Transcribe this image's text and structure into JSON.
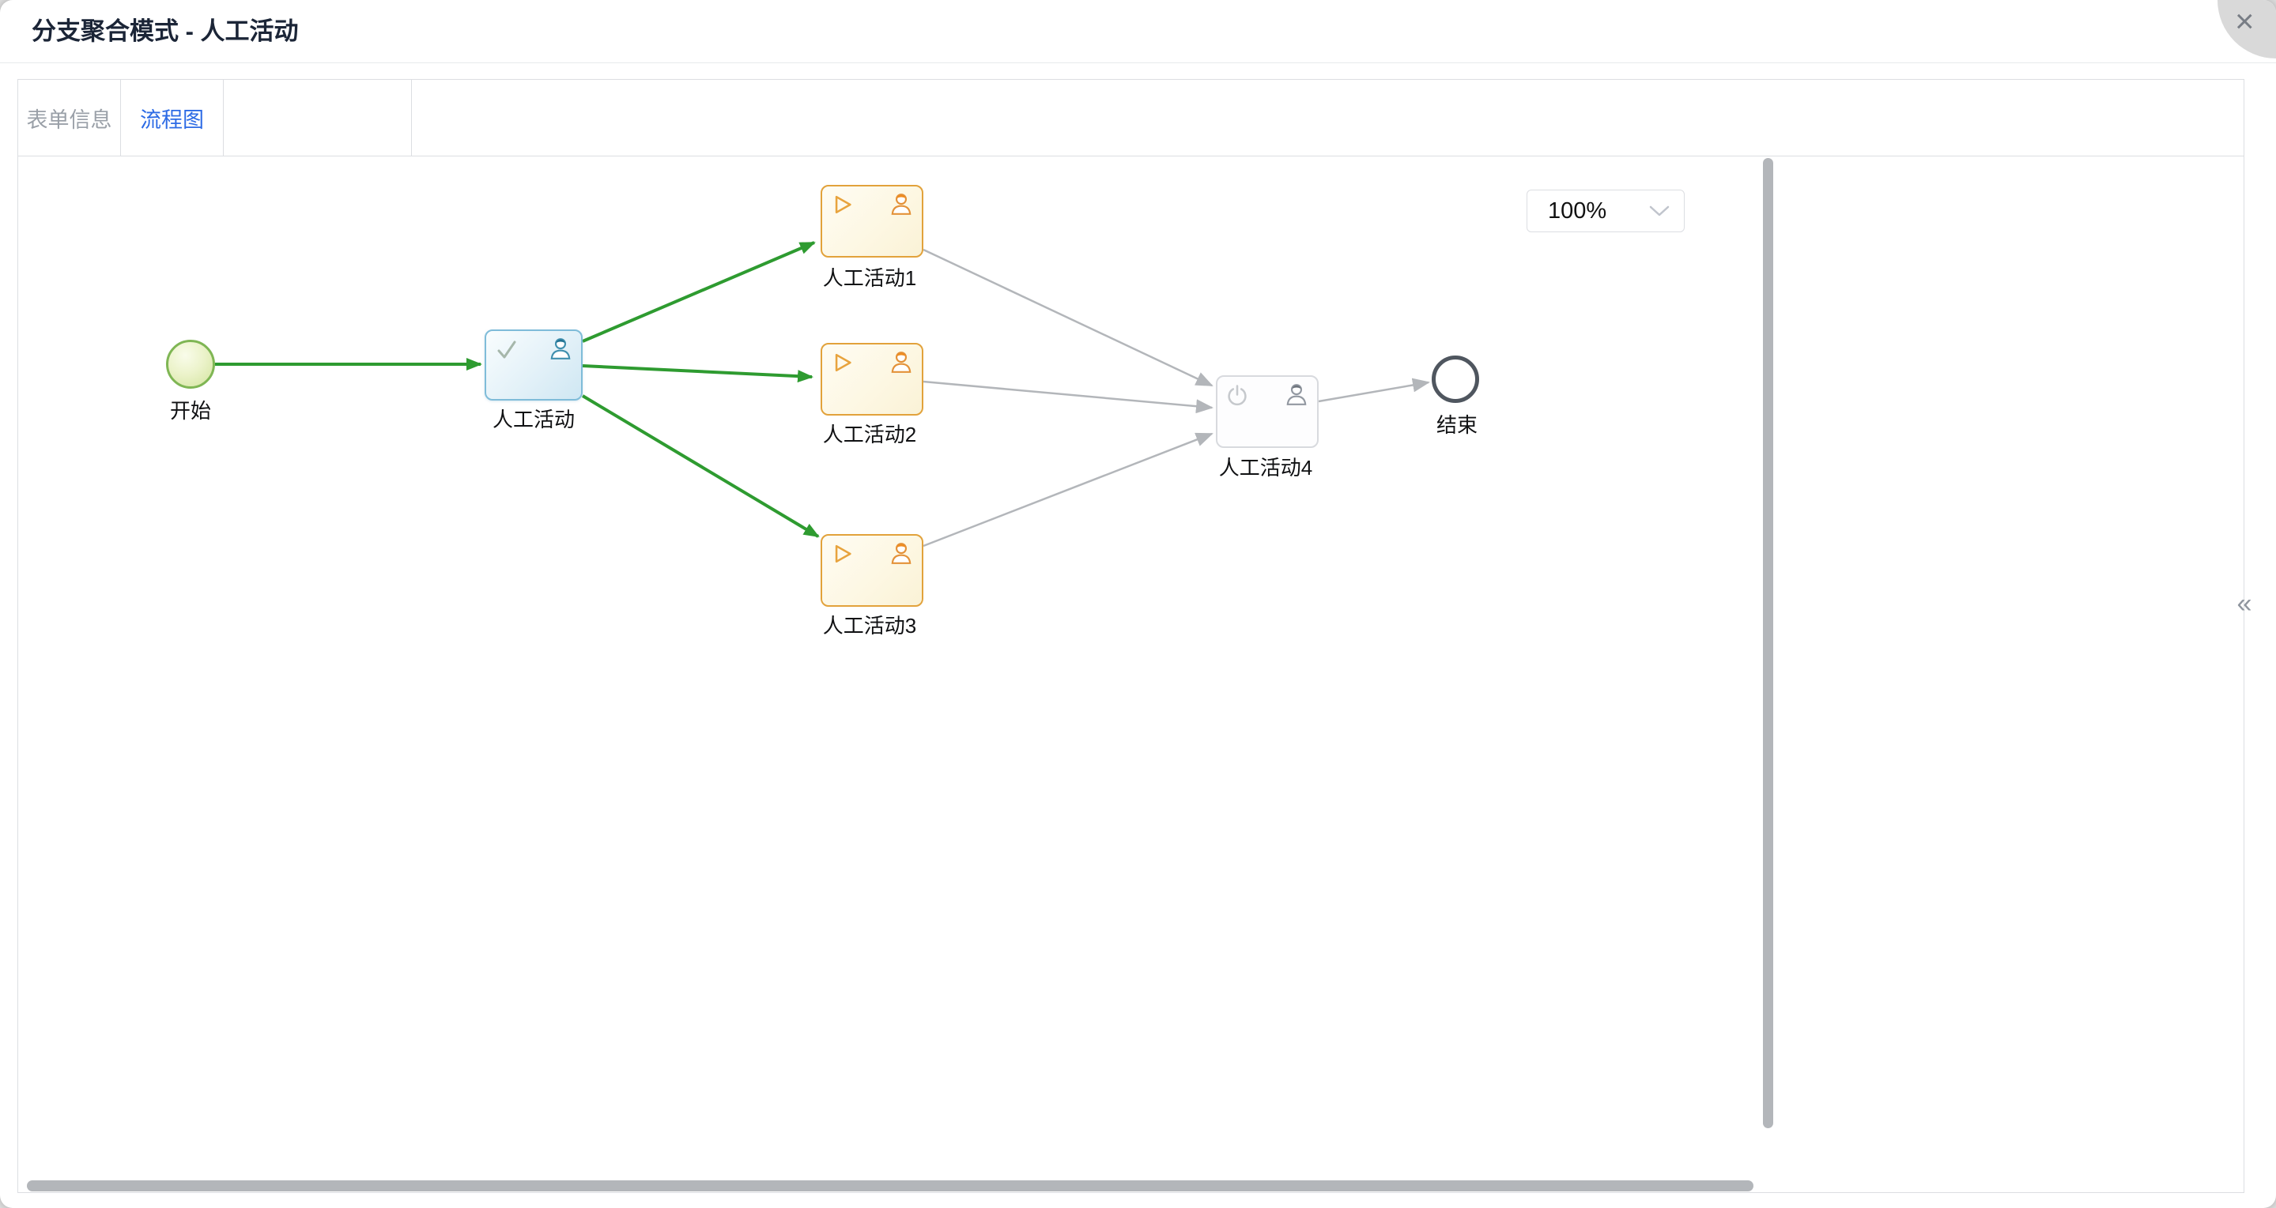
{
  "window": {
    "title": "分支聚合模式 - 人工活动",
    "close_icon": "×"
  },
  "tabs": {
    "items": [
      {
        "label": "表单信息",
        "active": false
      },
      {
        "label": "流程图",
        "active": true
      }
    ]
  },
  "canvas": {
    "zoom_select": {
      "value": "100%",
      "chevron_icon": "chevron-down"
    },
    "collapse_icon": "«"
  },
  "diagram": {
    "nodes": [
      {
        "id": "start",
        "type": "start-event",
        "label": "开始",
        "status": "completed"
      },
      {
        "id": "task-main",
        "type": "user-task",
        "label": "人工活动",
        "status": "completed",
        "icons": [
          "check-icon",
          "person-icon"
        ]
      },
      {
        "id": "task-1",
        "type": "user-task",
        "label": "人工活动1",
        "status": "in-progress",
        "icons": [
          "play-icon",
          "person-icon"
        ]
      },
      {
        "id": "task-2",
        "type": "user-task",
        "label": "人工活动2",
        "status": "in-progress",
        "icons": [
          "play-icon",
          "person-icon"
        ]
      },
      {
        "id": "task-3",
        "type": "user-task",
        "label": "人工活动3",
        "status": "in-progress",
        "icons": [
          "play-icon",
          "person-icon"
        ]
      },
      {
        "id": "task-4",
        "type": "user-task",
        "label": "人工活动4",
        "status": "pending",
        "icons": [
          "power-icon",
          "person-icon"
        ]
      },
      {
        "id": "end",
        "type": "end-event",
        "label": "结束",
        "status": "pending"
      }
    ],
    "edges": [
      {
        "from": "start",
        "to": "task-main",
        "status": "traversed"
      },
      {
        "from": "task-main",
        "to": "task-1",
        "status": "traversed"
      },
      {
        "from": "task-main",
        "to": "task-2",
        "status": "traversed"
      },
      {
        "from": "task-main",
        "to": "task-3",
        "status": "traversed"
      },
      {
        "from": "task-1",
        "to": "task-4",
        "status": "pending"
      },
      {
        "from": "task-2",
        "to": "task-4",
        "status": "pending"
      },
      {
        "from": "task-3",
        "to": "task-4",
        "status": "pending"
      },
      {
        "from": "task-4",
        "to": "end",
        "status": "pending"
      }
    ]
  },
  "colors": {
    "traversed_edge": "#2e9b30",
    "pending_edge": "#b3b6ba",
    "active_tab": "#2d6be5",
    "completed_node_border": "#7fbcd9",
    "in_progress_node_border": "#e2a23b",
    "pending_node_border": "#d8dade",
    "start_node_border": "#7fb654",
    "end_node_border": "#4f565f"
  }
}
